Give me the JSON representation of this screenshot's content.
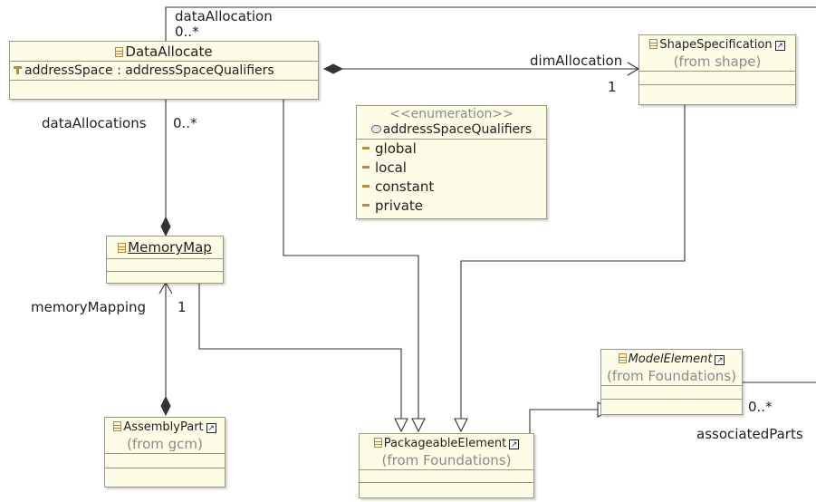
{
  "classes": {
    "data_allocate": {
      "name": "DataAllocate",
      "attribute": "addressSpace : addressSpaceQualifiers"
    },
    "shape_specification": {
      "name": "ShapeSpecification",
      "from": "(from shape)"
    },
    "address_space_qualifiers": {
      "stereotype": "<<enumeration>>",
      "name": "addressSpaceQualifiers",
      "literals": [
        "global",
        "local",
        "constant",
        "private"
      ]
    },
    "memory_map": {
      "name": "MemoryMap"
    },
    "assembly_part": {
      "name": "AssemblyPart",
      "from": "(from gcm)"
    },
    "packageable_element": {
      "name": "PackageableElement",
      "from": "(from Foundations)"
    },
    "model_element": {
      "name": "ModelElement",
      "from": "(from Foundations)"
    }
  },
  "labels": {
    "data_allocation_role": "dataAllocation",
    "data_allocation_mult": "0..*",
    "dim_allocation_role": "dimAllocation",
    "dim_allocation_mult": "1",
    "data_allocations_role": "dataAllocations",
    "data_allocations_mult": "0..*",
    "memory_mapping_role": "memoryMapping",
    "memory_mapping_mult": "1",
    "associated_parts_role": "associatedParts",
    "associated_parts_mult": "0..*"
  }
}
